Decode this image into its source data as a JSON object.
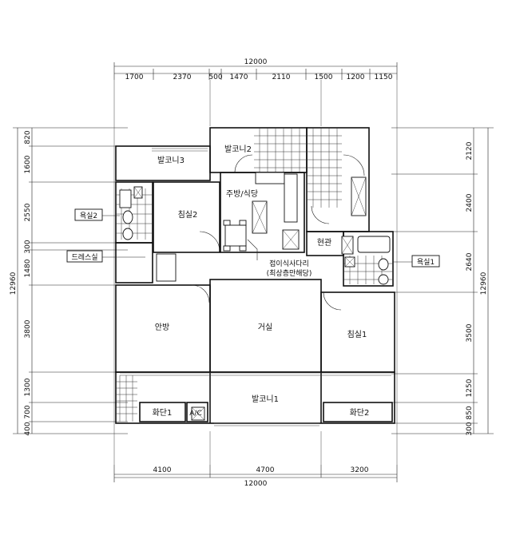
{
  "dimensions": {
    "top_total": "12000",
    "top_segments": [
      "1700",
      "2370",
      "500",
      "1470",
      "2110",
      "1500",
      "1200",
      "1150"
    ],
    "bottom_segments": [
      "4100",
      "4700",
      "3200"
    ],
    "bottom_total": "12000",
    "left_total": "12960",
    "left_segments": [
      "820",
      "1600",
      "2550",
      "300",
      "1480",
      "3800",
      "1300",
      "700",
      "400"
    ],
    "right_total": "12960",
    "right_segments": [
      "2120",
      "2400",
      "2640",
      "3500",
      "1250",
      "850",
      "300"
    ]
  },
  "rooms": {
    "balcony3": "발코니3",
    "balcony2": "발코니2",
    "balcony1": "발코니1",
    "kitchen": "주방/식당",
    "bedroom2": "침실2",
    "bathroom2": "욕실2",
    "dressroom": "드레스실",
    "master": "안방",
    "living": "거실",
    "bedroom1": "침실1",
    "entrance": "현관",
    "bathroom1": "욕실1",
    "planter1": "화단1",
    "planter2": "화단2",
    "av": "A/C",
    "folding_door_line1": "접이식사다리",
    "folding_door_line2": "(최상층만해당)"
  }
}
